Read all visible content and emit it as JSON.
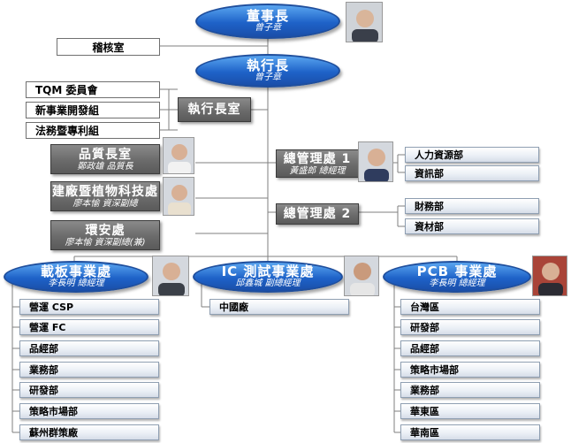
{
  "chairman": {
    "title": "董事長",
    "name": "曾子章"
  },
  "audit": {
    "label": "稽核室"
  },
  "ceo": {
    "title": "執行長",
    "name": "曾子章"
  },
  "ceo_committees": [
    "TQM 委員會",
    "新事業開發組",
    "法務暨專利組"
  ],
  "ceo_office": {
    "label": "執行長室"
  },
  "left_units": [
    {
      "title": "品質長室",
      "name": "鄭政雄 品質長"
    },
    {
      "title": "建廠暨植物科技處",
      "name": "廖本愉 資深副總"
    },
    {
      "title": "環安處",
      "name": "廖本愉 資深副總(兼)"
    }
  ],
  "admin1": {
    "title": "總管理處 1",
    "name": "黃盛郎 總經理",
    "depts": [
      "人力資源部",
      "資訊部"
    ]
  },
  "admin2": {
    "title": "總管理處 2",
    "depts": [
      "財務部",
      "資材部"
    ]
  },
  "divisions": [
    {
      "title": "載板事業處",
      "name": "李長明 總經理",
      "depts": [
        "營運 CSP",
        "營運 FC",
        "品經部",
        "業務部",
        "研發部",
        "策略市場部",
        "蘇州群策廠"
      ]
    },
    {
      "title": "IC 測試事業處",
      "name": "邱鑫城 副總經理",
      "depts": [
        "中國廠"
      ]
    },
    {
      "title": "PCB 事業處",
      "name": "李長明 總經理",
      "depts": [
        "台灣區",
        "研發部",
        "品經部",
        "策略市場部",
        "業務部",
        "華東區",
        "華南區"
      ]
    }
  ],
  "colors": {
    "ellipse": "#1e62c8",
    "gray_box": "#6b6b6b",
    "line": "#7f7f7f"
  },
  "photos": [
    "person-photo",
    "person-photo",
    "person-photo",
    "person-photo",
    "person-photo",
    "person-photo",
    "person-photo"
  ]
}
